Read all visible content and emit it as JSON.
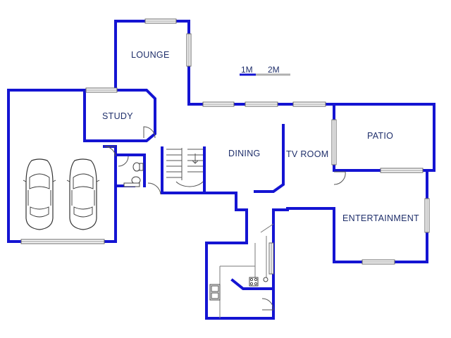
{
  "rooms": {
    "lounge": "LOUNGE",
    "study": "STUDY",
    "dining": "DINING",
    "tv_room": "TV ROOM",
    "patio": "PATIO",
    "entertainment": "ENTERTAINMENT"
  },
  "scale_bar": {
    "label_1m": "1M",
    "label_2m": "2M"
  },
  "colors": {
    "wall": "#1414d2",
    "label": "#1f2f6b",
    "scale_dark": "#1414d2",
    "scale_light": "#b0b0b0"
  }
}
